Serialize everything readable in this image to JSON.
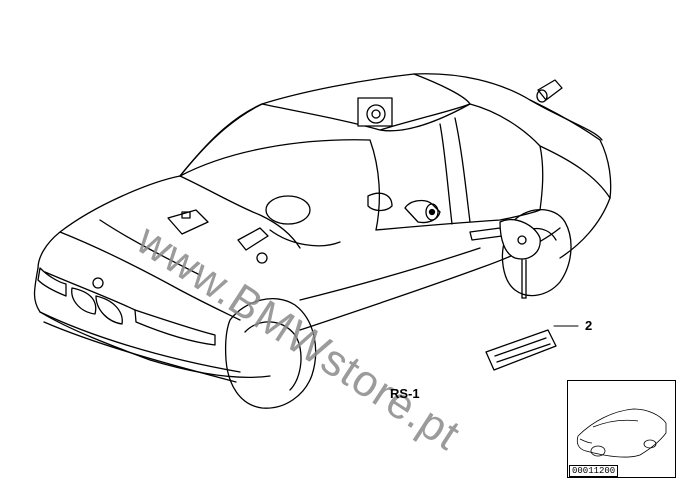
{
  "diagram": {
    "callout_number": "2",
    "diagram_code": "RS-1",
    "reference_number": "00011200",
    "watermark": "www.BMWstore.pt"
  },
  "icons": {
    "car": "sedan-line-drawing",
    "lock_cylinder": "lock-cylinder-icon",
    "key": "key-icon"
  }
}
